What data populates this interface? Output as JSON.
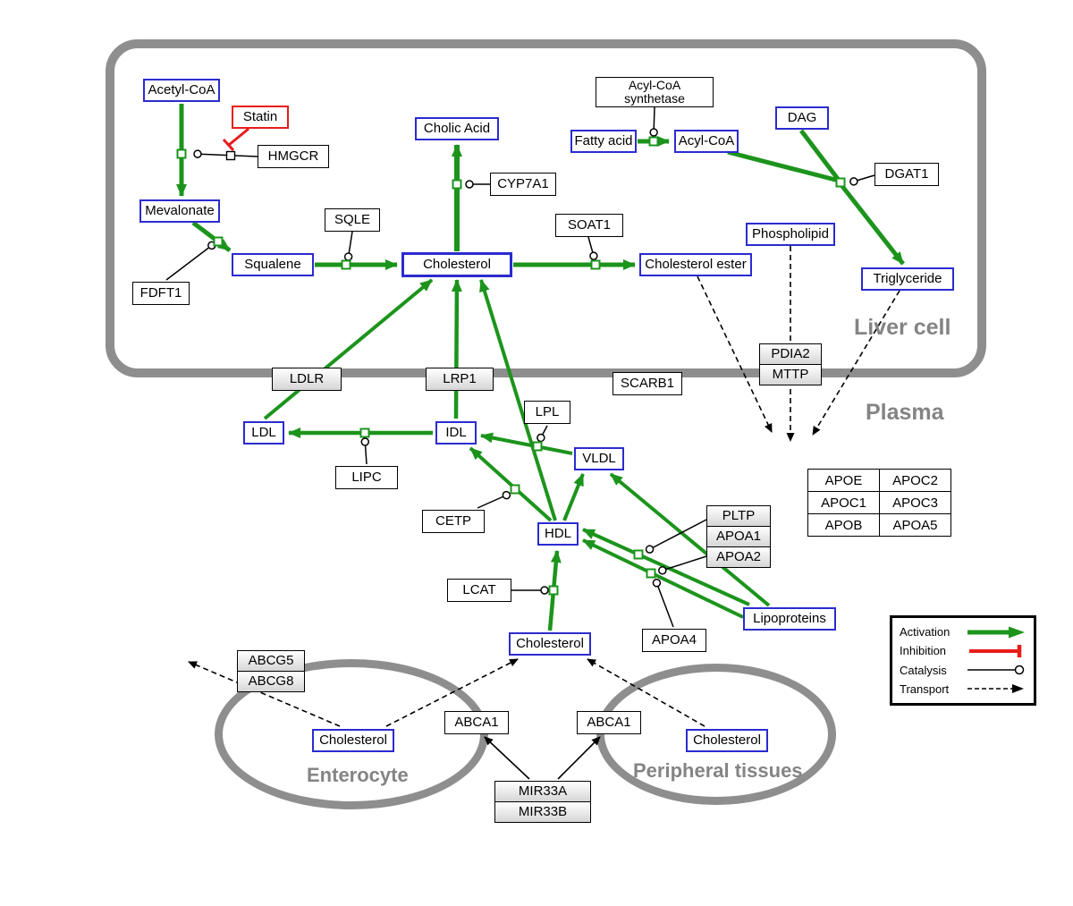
{
  "regions": {
    "liver_cell": "Liver cell",
    "plasma": "Plasma",
    "enterocyte": "Enterocyte",
    "peripheral_tissues": "Peripheral tissues"
  },
  "nodes": {
    "acetyl_coa": "Acetyl-CoA",
    "statin": "Statin",
    "hmgcr": "HMGCR",
    "mevalonate": "Mevalonate",
    "fdft1": "FDFT1",
    "squalene": "Squalene",
    "sqle": "SQLE",
    "cholesterol_liver": "Cholesterol",
    "cholic_acid": "Cholic Acid",
    "cyp7a1": "CYP7A1",
    "soat1": "SOAT1",
    "cholesterol_ester": "Cholesterol ester",
    "acyl_coa_synthetase": {
      "line1": "Acyl-CoA",
      "line2": "synthetase"
    },
    "fatty_acid": "Fatty acid",
    "acyl_coa": "Acyl-CoA",
    "dag": "DAG",
    "dgat1": "DGAT1",
    "phospholipid": "Phospholipid",
    "triglyceride": "Triglyceride",
    "ldlr": "LDLR",
    "lrp1": "LRP1",
    "scarb1": "SCARB1",
    "pdia2": "PDIA2",
    "mttp": "MTTP",
    "ldl": "LDL",
    "idl": "IDL",
    "lipc": "LIPC",
    "lpl": "LPL",
    "vldl": "VLDL",
    "cetp": "CETP",
    "hdl": "HDL",
    "lcat": "LCAT",
    "pltp": "PLTP",
    "apoa1": "APOA1",
    "apoa2": "APOA2",
    "apoa4": "APOA4",
    "lipoproteins": "Lipoproteins",
    "cholesterol_plasma": "Cholesterol",
    "abcg5": "ABCG5",
    "abcg8": "ABCG8",
    "cholesterol_enterocyte": "Cholesterol",
    "abca1_enterocyte": "ABCA1",
    "abca1_peripheral": "ABCA1",
    "cholesterol_peripheral": "Cholesterol",
    "mir33a": "MIR33A",
    "mir33b": "MIR33B"
  },
  "apo_table": [
    [
      "APOE",
      "APOC2"
    ],
    [
      "APOC1",
      "APOC3"
    ],
    [
      "APOB",
      "APOA5"
    ]
  ],
  "legend": {
    "activation": "Activation",
    "inhibition": "Inhibition",
    "catalysis": "Catalysis",
    "transport": "Transport"
  },
  "colors": {
    "activation": "#1c941c",
    "inhibition": "#e81c1c",
    "metabolite_border": "#2b2bd0",
    "membrane": "#8e8e8e",
    "region_label": "#848484"
  }
}
